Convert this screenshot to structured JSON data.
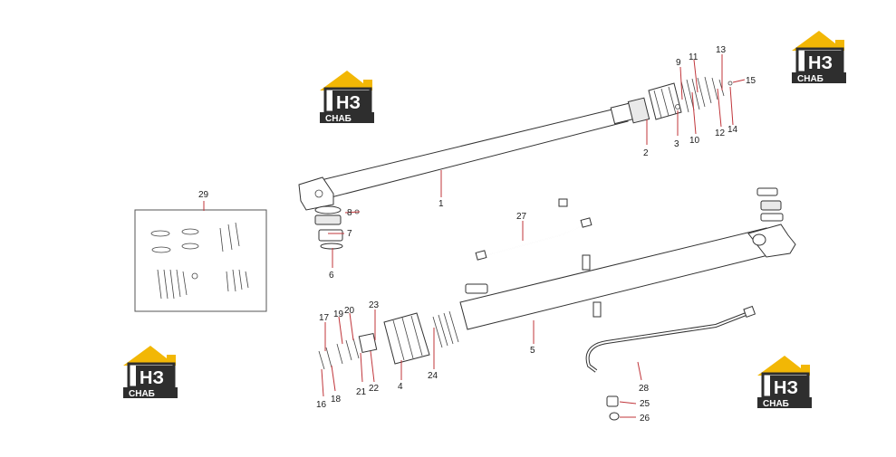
{
  "colors": {
    "leader": "#c0353a",
    "logo_yellow": "#f2b705",
    "logo_dark": "#2e2e2e",
    "line": "#333333"
  },
  "logo": {
    "letters": "НЗ",
    "word": "СНАБ",
    "icon": "house-logo-icon"
  },
  "callouts": {
    "c1": "1",
    "c2": "2",
    "c3": "3",
    "c4": "4",
    "c5": "5",
    "c6": "6",
    "c7": "7",
    "c8": "8",
    "c9": "9",
    "c10": "10",
    "c11": "11",
    "c12": "12",
    "c13": "13",
    "c14": "14",
    "c15": "15",
    "c16": "16",
    "c17": "17",
    "c18": "18",
    "c19": "19",
    "c20": "20",
    "c21": "21",
    "c22": "22",
    "c23": "23",
    "c24": "24",
    "c25": "25",
    "c26": "26",
    "c27": "27",
    "c28": "28",
    "c29": "29"
  }
}
